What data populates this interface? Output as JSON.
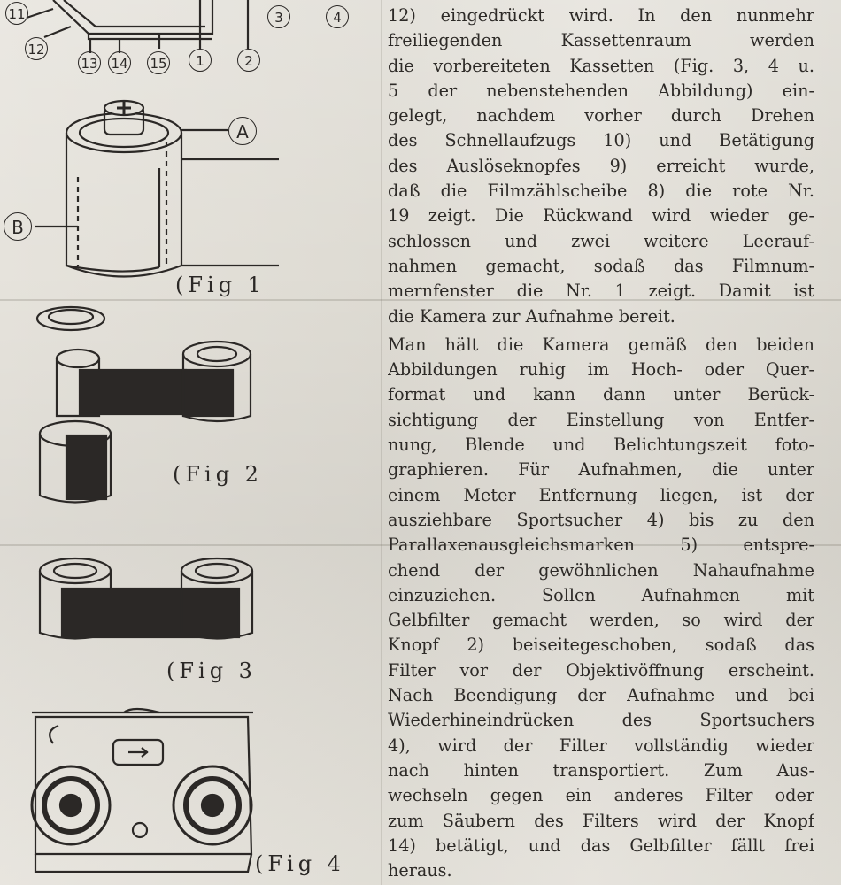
{
  "figures": [
    {
      "caption": "(Fig 1"
    },
    {
      "caption": "(Fig 2"
    },
    {
      "caption": "(Fig 3"
    },
    {
      "caption": "(Fig 4"
    }
  ],
  "callouts": {
    "n11": "11",
    "n12": "12",
    "n13": "13",
    "n14": "14",
    "n15": "15",
    "n1": "1",
    "n2": "2",
    "n3": "3",
    "n4": "4",
    "a": "A",
    "b": "B"
  },
  "paragraph1": [
    "12) eingedrückt wird. In den nunmehr",
    "freiliegenden Kassettenraum werden",
    "die vorbereiteten Kassetten (Fig. 3, 4 u.",
    "5 der nebenstehenden Abbildung) ein-",
    "gelegt, nachdem vorher durch Drehen",
    "des Schnellaufzugs 10) und Betätigung",
    "des Auslöseknopfes 9) erreicht wurde,",
    "daß die Filmzählscheibe 8) die rote Nr.",
    "19 zeigt. Die Rückwand wird wieder ge-",
    "schlossen und zwei weitere Leerauf-",
    "nahmen gemacht, sodaß das Filmnum-",
    "mernfenster die Nr. 1 zeigt. Damit ist",
    "die Kamera zur Aufnahme bereit."
  ],
  "paragraph2": [
    "Man hält die Kamera gemäß den beiden",
    "Abbildungen ruhig im Hoch- oder Quer-",
    "format und kann dann unter Berück-",
    "sichtigung der Einstellung von Entfer-",
    "nung, Blende und Belichtungszeit foto-",
    "graphieren. Für Aufnahmen, die unter",
    "einem Meter Entfernung liegen, ist der",
    "ausziehbare Sportsucher 4) bis zu den",
    "Parallaxenausgleichsmarken 5) entspre-",
    "chend der gewöhnlichen Nahaufnahme",
    "einzuziehen. Sollen Aufnahmen mit",
    "Gelbfilter gemacht werden, so wird der",
    "Knopf 2) beiseitegeschoben, sodaß das",
    "Filter vor der Objektivöffnung erscheint.",
    "Nach Beendigung der Aufnahme und bei",
    "Wiederhineindrücken des Sportsuchers",
    "4), wird der Filter vollständig wieder",
    "nach hinten transportiert. Zum Aus-",
    "wechseln gegen ein anderes Filter oder",
    "zum Säubern des Filters wird der Knopf",
    "14) betätigt, und das Gelbfilter fällt frei",
    "heraus."
  ],
  "colors": {
    "ink": "#2b2826",
    "paper": "#e3e0d9"
  }
}
